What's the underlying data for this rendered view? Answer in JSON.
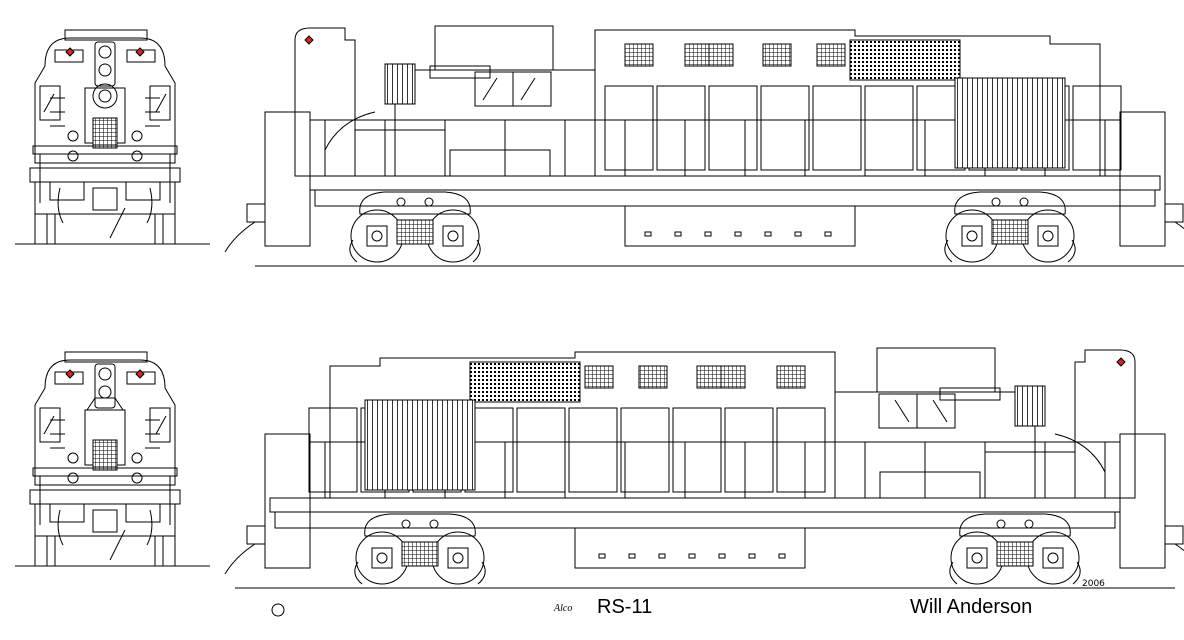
{
  "drawing": {
    "model": "RS-11",
    "author": "Will Anderson",
    "year": "2006",
    "maker_mark": "Alco"
  },
  "colors": {
    "line": "#000000",
    "paper": "#ffffff",
    "marker_lights": "#e02020"
  },
  "views": [
    {
      "name": "front-end-view-top"
    },
    {
      "name": "side-view-top"
    },
    {
      "name": "rear-end-view-bottom"
    },
    {
      "name": "side-view-bottom"
    }
  ]
}
